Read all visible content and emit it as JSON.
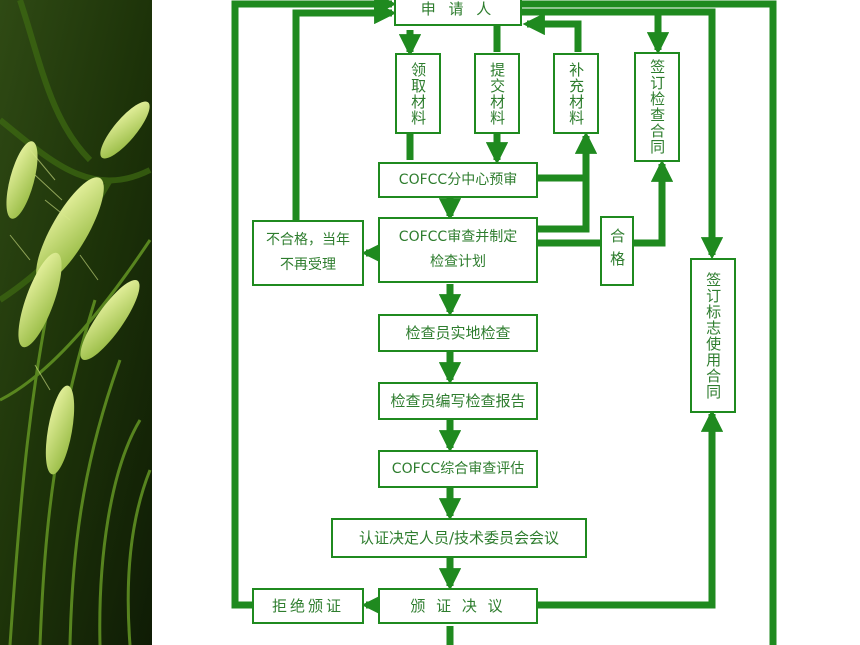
{
  "colors": {
    "line": "#1f8a1f",
    "text": "#2e7d2e",
    "background": "#ffffff"
  },
  "image": {
    "name": "wheat-photo"
  },
  "nodes": {
    "applicant": "申 请 人",
    "get_materials": "领取材料",
    "submit_materials": "提交材料",
    "supplement_materials": "补充材料",
    "sign_inspection_contract": "签订检查合同",
    "branch_review": "COFCC分中心预审",
    "review_plan_line1": "COFCC审查并制定",
    "review_plan_line2": "检查计划",
    "unqualified_line1": "不合格，当年",
    "unqualified_line2": "不再受理",
    "qualified": "合格",
    "sign_logo_contract": "签订标志使用合同",
    "onsite_inspection": "检查员实地检查",
    "inspection_report": "检查员编写检查报告",
    "comprehensive_review": "COFCC综合审查评估",
    "committee_meeting": "认证决定人员/技术委员会会议",
    "reject": "拒绝颁证",
    "decision": "颁 证 决 议"
  }
}
